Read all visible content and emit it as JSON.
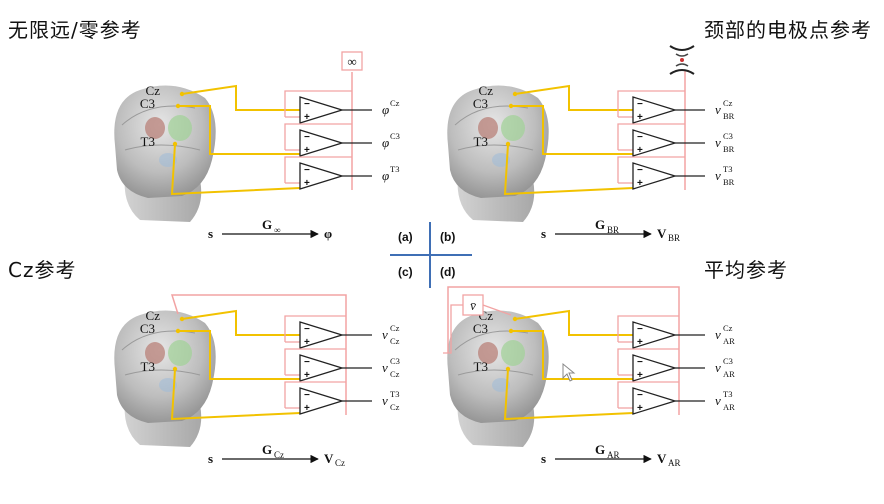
{
  "titles": {
    "a": "无限远/零参考",
    "b": "颈部的电极点参考",
    "c": "Cz参考",
    "d": "平均参考"
  },
  "electrodes": [
    "Cz",
    "C3",
    "T3"
  ],
  "quadrant_labels": {
    "a": "(a)",
    "b": "(b)",
    "c": "(c)",
    "d": "(d)"
  },
  "panel_a": {
    "reference_symbol": "∞",
    "outputs": [
      {
        "base": "φ",
        "sup": "Cz"
      },
      {
        "base": "φ",
        "sup": "C3"
      },
      {
        "base": "φ",
        "sup": "T3"
      }
    ],
    "formula": {
      "left": "s",
      "op": "G",
      "op_sub": "∞",
      "right": "φ"
    }
  },
  "panel_b": {
    "outputs": [
      {
        "base": "v",
        "sup": "Cz",
        "sub": "BR"
      },
      {
        "base": "v",
        "sup": "C3",
        "sub": "BR"
      },
      {
        "base": "v",
        "sup": "T3",
        "sub": "BR"
      }
    ],
    "formula": {
      "left": "s",
      "op": "G",
      "op_sub": "BR",
      "right": "V",
      "right_sub": "BR"
    }
  },
  "panel_c": {
    "outputs": [
      {
        "base": "v",
        "sup": "Cz",
        "sub": "Cz"
      },
      {
        "base": "v",
        "sup": "C3",
        "sub": "Cz"
      },
      {
        "base": "v",
        "sup": "T3",
        "sub": "Cz"
      }
    ],
    "formula": {
      "left": "s",
      "op": "G",
      "op_sub": "Cz",
      "right": "V",
      "right_sub": "Cz"
    }
  },
  "panel_d": {
    "reference_symbol": "v̄",
    "outputs": [
      {
        "base": "v",
        "sup": "Cz",
        "sub": "AR"
      },
      {
        "base": "v",
        "sup": "C3",
        "sub": "AR"
      },
      {
        "base": "v",
        "sup": "T3",
        "sub": "AR"
      }
    ],
    "formula": {
      "left": "s",
      "op": "G",
      "op_sub": "AR",
      "right": "V",
      "right_sub": "AR"
    }
  },
  "colors": {
    "wire_yellow": "#f2c200",
    "wire_pink": "#f2a3a3",
    "divider_blue": "#3f6fb5",
    "amp_stroke": "#222222"
  }
}
